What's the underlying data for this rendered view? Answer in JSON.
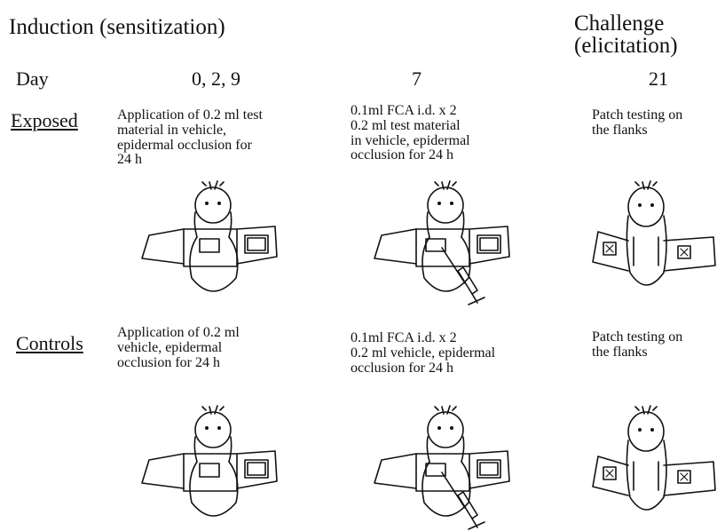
{
  "header": {
    "induction": "Induction (sensitization)",
    "challenge": "Challenge\n(elicitation)"
  },
  "days": {
    "label": "Day",
    "col1": "0, 2, 9",
    "col2": "7",
    "col3": "21"
  },
  "rows": {
    "exposed": {
      "label": "Exposed",
      "col1": "Application of 0.2 ml test\nmaterial in vehicle,\nepidermal occlusion for\n24 h",
      "col2": "0.1ml FCA i.d.  x 2\n0.2 ml test material\nin vehicle, epidermal\nocclusion for 24 h",
      "col3": "Patch testing on\nthe flanks"
    },
    "controls": {
      "label": "Controls",
      "col1": "Application of 0.2 ml\nvehicle,  epidermal\nocclusion for 24 h",
      "col2": "0.1ml FCA i.d.  x 2\n0.2 ml vehicle, epidermal\nocclusion for 24 h",
      "col3": "Patch testing on\nthe flanks"
    }
  }
}
